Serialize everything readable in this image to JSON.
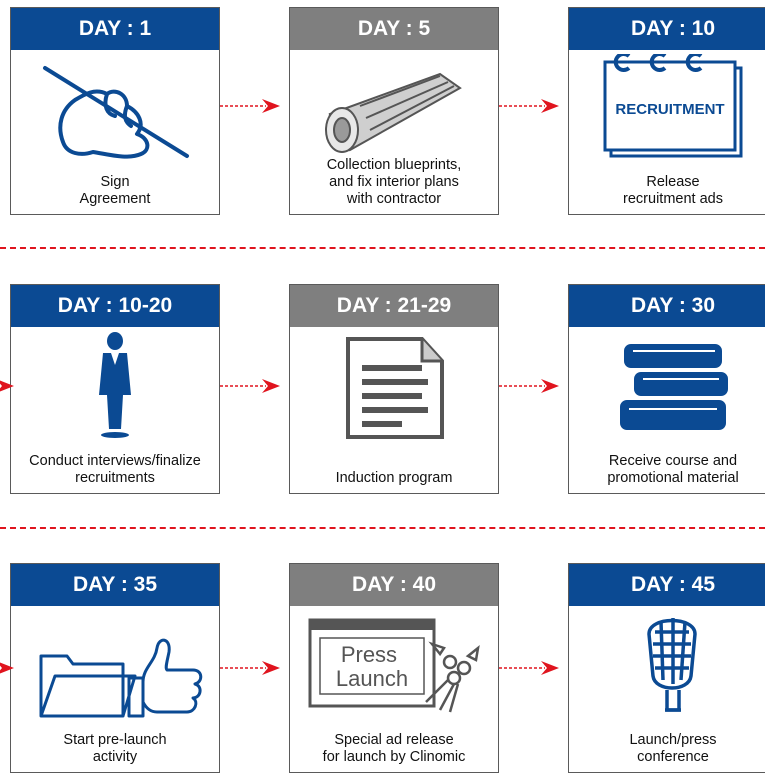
{
  "steps": [
    {
      "day": "DAY : 1",
      "caption": "Sign\nAgreement",
      "icon": "signing-hand-icon",
      "header_color": "#0b4a93"
    },
    {
      "day": "DAY : 5",
      "caption": "Collection blueprints,\nand fix interior plans\nwith contractor",
      "icon": "blueprint-roll-icon",
      "header_color": "#7f7f7f"
    },
    {
      "day": "DAY : 10",
      "caption": "Release\nrecruitment ads",
      "icon": "recruitment-calendar-icon",
      "header_color": "#0b4a93",
      "icon_text": "RECRUITMENT"
    },
    {
      "day": "DAY : 10-20",
      "caption": "Conduct interviews/finalize\nrecruitments",
      "icon": "businessman-icon",
      "header_color": "#0b4a93"
    },
    {
      "day": "DAY : 21-29",
      "caption": "Induction program",
      "icon": "document-icon",
      "header_color": "#7f7f7f"
    },
    {
      "day": "DAY : 30",
      "caption": "Receive course and\npromotional material",
      "icon": "books-stack-icon",
      "header_color": "#0b4a93"
    },
    {
      "day": "DAY : 35",
      "caption": "Start pre-launch\nactivity",
      "icon": "folder-thumbs-up-icon",
      "header_color": "#0b4a93"
    },
    {
      "day": "DAY : 40",
      "caption": "Special ad release\nfor launch by Clinomic",
      "icon": "press-launch-icon",
      "header_color": "#7f7f7f",
      "icon_text": "Press\nLaunch"
    },
    {
      "day": "DAY : 45",
      "caption": "Launch/press\nconference",
      "icon": "microphone-icon",
      "header_color": "#0b4a93"
    }
  ],
  "colors": {
    "blue": "#0b4a93",
    "gray": "#7f7f7f",
    "arrow_red": "#e0141e"
  }
}
